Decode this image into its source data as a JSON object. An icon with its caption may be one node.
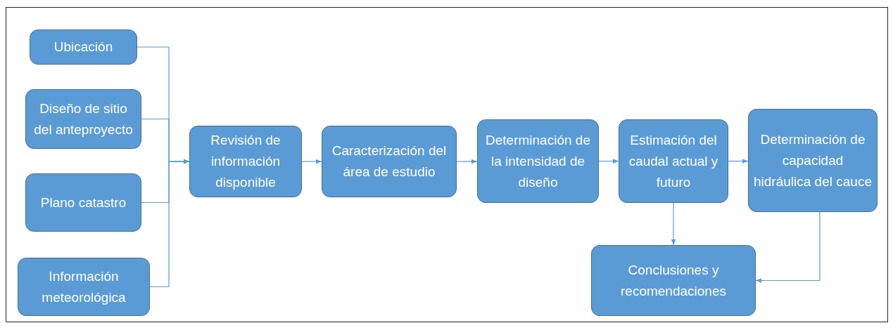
{
  "diagram": {
    "nodes": [
      {
        "text": [
          "Ubicación"
        ]
      },
      {
        "text": [
          "Diseño de sitio del anteproyecto"
        ]
      },
      {
        "text": [
          "Plano catastro"
        ]
      },
      {
        "text": [
          "Información meteorológica"
        ]
      },
      {
        "text": [
          "Revisión de información disponible"
        ]
      },
      {
        "text": [
          "Caracterización del área de estudio"
        ]
      },
      {
        "text": [
          "Determinación de la intensidad de diseño"
        ]
      },
      {
        "text": [
          "Estimación del caudal actual y futuro"
        ]
      },
      {
        "text": [
          "Determinación de capacidad hidráulica del cauce"
        ]
      },
      {
        "text": [
          "Conclusiones y recomendaciones"
        ]
      }
    ],
    "edges": [
      {
        "from": 0,
        "to": 4,
        "arrow": "to"
      },
      {
        "from": 1,
        "to": 4,
        "arrow": "to"
      },
      {
        "from": 2,
        "to": 4,
        "arrow": "to"
      },
      {
        "from": 3,
        "to": 4,
        "arrow": "to"
      },
      {
        "from": 4,
        "to": 5,
        "arrow": "to"
      },
      {
        "from": 5,
        "to": 6,
        "arrow": "to"
      },
      {
        "from": 6,
        "to": 7,
        "arrow": "to"
      },
      {
        "from": 7,
        "to": 8,
        "arrow": "to"
      },
      {
        "from": 7,
        "to": 9,
        "arrow": "to"
      },
      {
        "from": 8,
        "to": 9,
        "arrow": "to"
      }
    ]
  }
}
